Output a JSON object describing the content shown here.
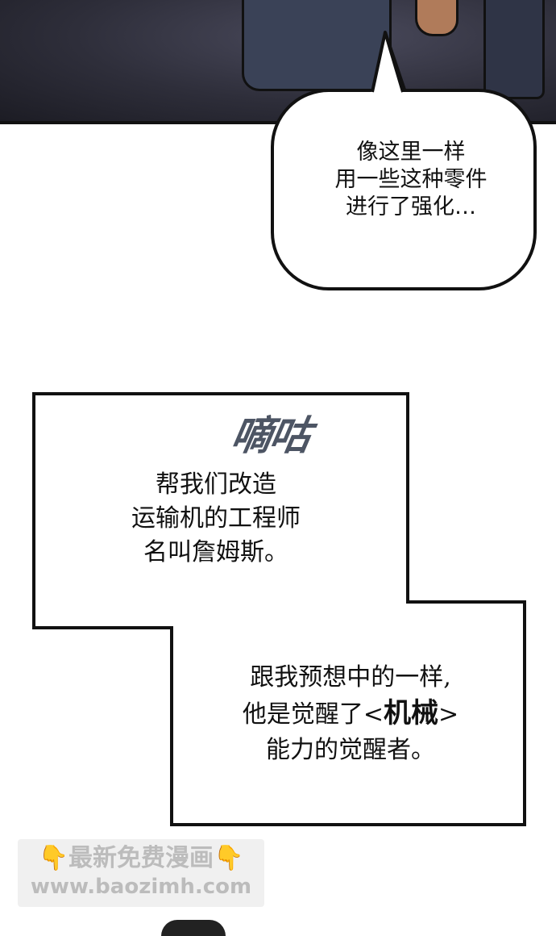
{
  "speech_bubble": {
    "lines": [
      "像这里一样",
      "用一些这种零件",
      "进行了强化…"
    ]
  },
  "sound_effect": "嘀咕",
  "narration_box_1": {
    "lines": [
      "帮我们改造",
      "运输机的工程师",
      "名叫詹姆斯。"
    ]
  },
  "narration_box_2": {
    "line1": "跟我预想中的一样,",
    "line2_prefix": "他是觉醒了<",
    "line2_highlight": "机械",
    "line2_suffix": ">",
    "line3": "能力的觉醒者。"
  },
  "watermark": {
    "title": "最新免费漫画",
    "url": "www.baozimh.com",
    "icon": "pointing-down-hand-icon"
  },
  "colors": {
    "panel_dark": "#2e2e3a",
    "ink": "#111111",
    "sfx": "#4d5564"
  }
}
